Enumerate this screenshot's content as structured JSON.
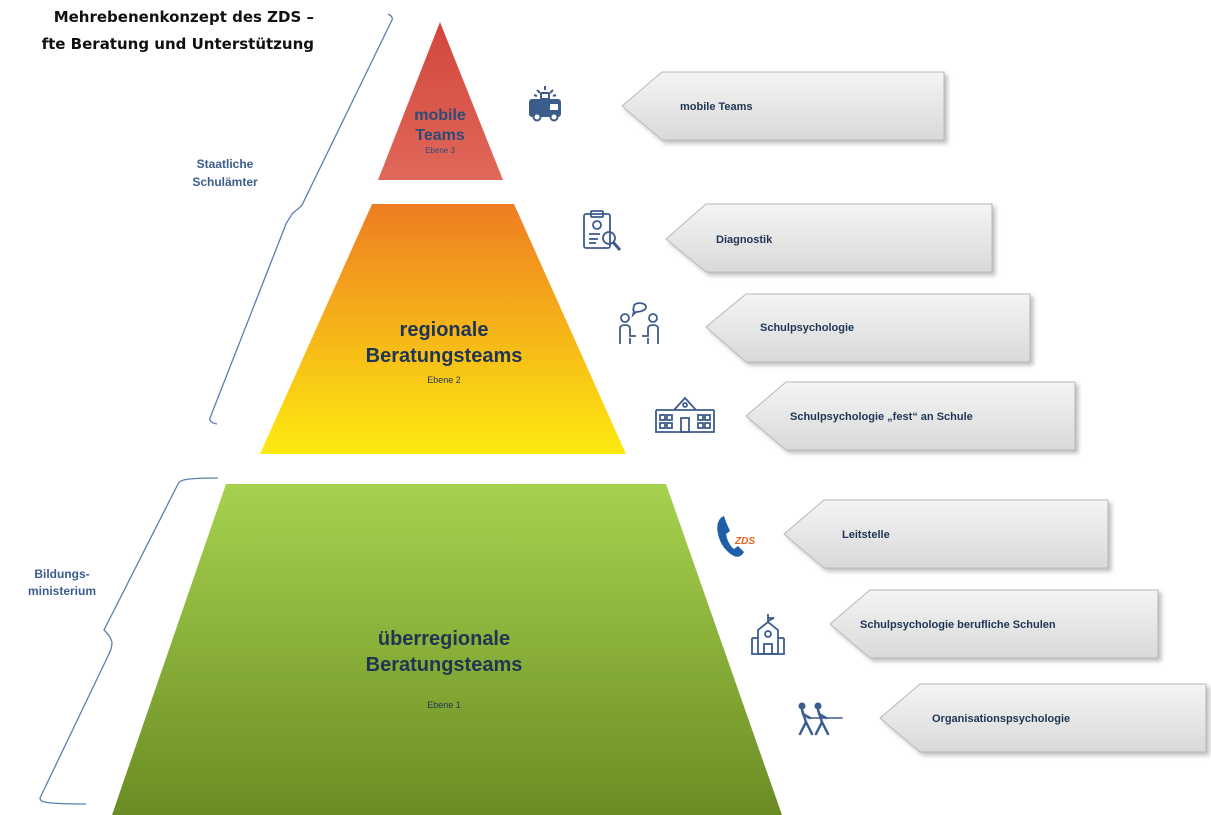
{
  "title": {
    "line1": "Mehrebenenkonzept des ZDS –",
    "line2": "fte Beratung und Unterstützung"
  },
  "brackets": {
    "upper_label_1": "Staatliche",
    "upper_label_2": "Schulämter",
    "lower_label_1": "Bildungs-",
    "lower_label_2": "ministerium"
  },
  "levels": {
    "top": {
      "line1": "mobile",
      "line2": "Teams",
      "sub": "Ebene 3",
      "color": "#d6544a"
    },
    "middle": {
      "line1": "regionale",
      "line2": "Beratungsteams",
      "sub": "Ebene 2",
      "color_top": "#ee7d22",
      "color_bottom": "#fdea10"
    },
    "bottom": {
      "line1": "überregionale",
      "line2": "Beratungsteams",
      "sub": "Ebene 1",
      "color_top": "#a6d24e",
      "color_bottom": "#6b8c24"
    }
  },
  "tags": [
    {
      "label": "mobile Teams",
      "icon": "ambulance-icon"
    },
    {
      "label": "Diagnostik",
      "icon": "clipboard-search-icon"
    },
    {
      "label": "Schulpsychologie",
      "icon": "counseling-icon"
    },
    {
      "label": "Schulpsychologie „fest“ an Schule",
      "icon": "school-building-icon"
    },
    {
      "label": "Leitstelle",
      "icon": "phone-icon",
      "icon_text": "ZDS"
    },
    {
      "label": "Schulpsychologie berufliche Schulen",
      "icon": "school-icon"
    },
    {
      "label": "Organisationspsychologie",
      "icon": "tug-of-war-icon"
    }
  ],
  "colors": {
    "text": "#1f3552",
    "bracket": "#5a7fb0",
    "icon": "#3c5c8c",
    "phone": "#1e5fa8",
    "phone_badge": "#e8601c"
  }
}
